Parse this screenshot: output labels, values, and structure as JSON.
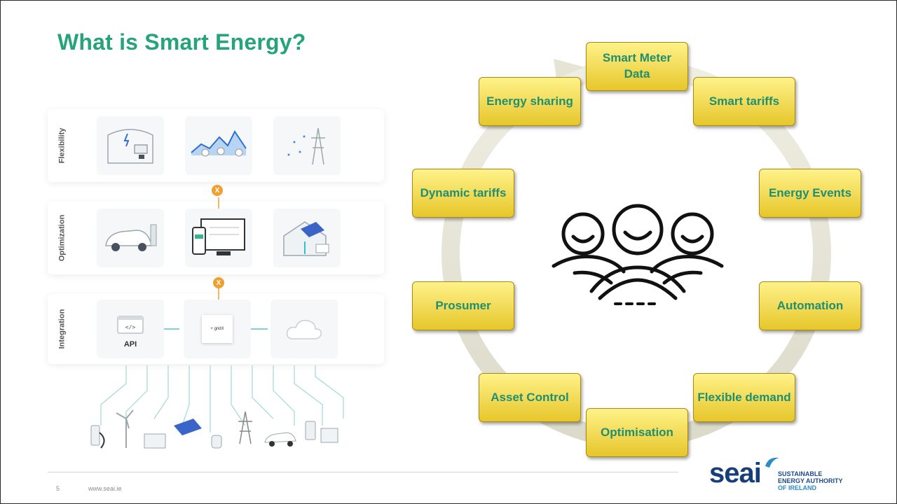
{
  "slide": {
    "title": "What is Smart Energy?",
    "page_number": "5",
    "url": "www.seai.ie"
  },
  "graphic": {
    "rows": [
      {
        "label": "Flexibility"
      },
      {
        "label": "Optimization"
      },
      {
        "label": "Integration"
      }
    ],
    "api_label": "API",
    "gridx_label": "+ gridX",
    "badge_symbol": "X"
  },
  "cycle": {
    "nodes": [
      {
        "label": "Smart Meter Data"
      },
      {
        "label": "Smart tariffs"
      },
      {
        "label": "Energy Events"
      },
      {
        "label": "Automation"
      },
      {
        "label": "Flexible demand"
      },
      {
        "label": "Optimisation"
      },
      {
        "label": "Asset Control"
      },
      {
        "label": "Prosumer"
      },
      {
        "label": "Dynamic tariffs"
      },
      {
        "label": "Energy sharing"
      }
    ],
    "node_text_color": "#1f8f71",
    "node_fill_color": "#f2dc4a"
  },
  "logo": {
    "word": "seai",
    "line1": "SUSTAINABLE",
    "line2": "ENERGY AUTHORITY",
    "line3": "OF IRELAND"
  },
  "colors": {
    "title": "#27a37a",
    "logo_blue": "#163e7a",
    "accent_orange": "#f0a030",
    "teal_lines": "#9fd9d6"
  }
}
